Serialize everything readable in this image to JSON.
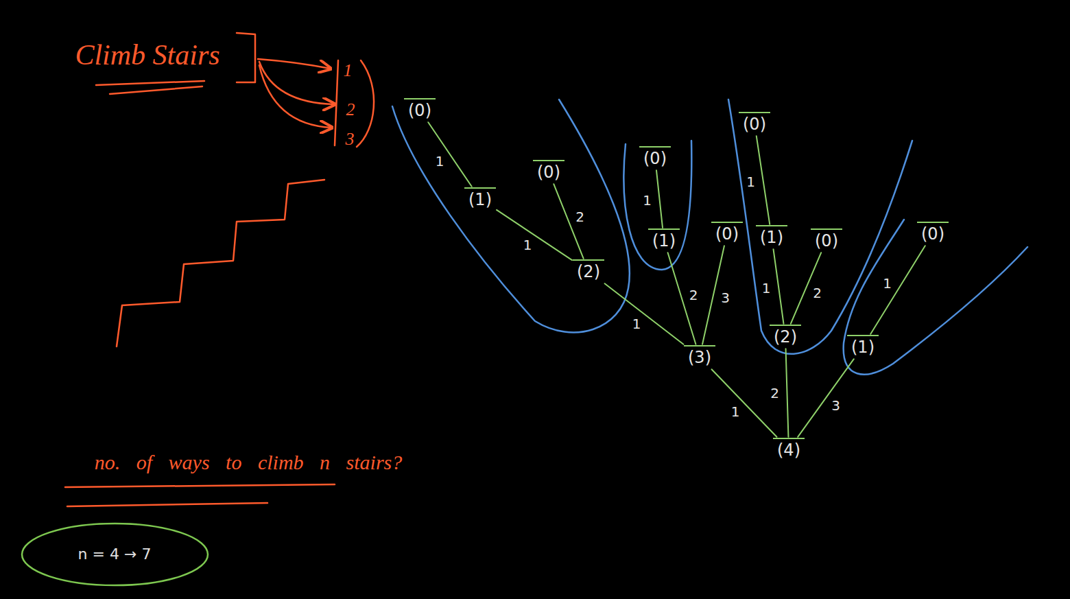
{
  "diagram": {
    "title": "Climb Stairs",
    "nodes": [
      {
        "text": [
          "(4)"
        ]
      },
      {
        "text": [
          "(3)"
        ]
      },
      {
        "text": [
          "(2)"
        ]
      },
      {
        "text": [
          "(1)"
        ]
      },
      {
        "text": [
          "(0)"
        ]
      },
      {
        "text": [
          "(0)"
        ]
      },
      {
        "text": [
          "(1)"
        ]
      },
      {
        "text": [
          "(0)"
        ]
      },
      {
        "text": [
          "(0)"
        ]
      },
      {
        "text": [
          "(2)"
        ]
      },
      {
        "text": [
          "(1)"
        ]
      },
      {
        "text": [
          "(0)"
        ]
      },
      {
        "text": [
          "(0)"
        ]
      },
      {
        "text": [
          "(1)"
        ]
      },
      {
        "text": [
          "(0)"
        ]
      },
      {
        "text": [
          "n = 4 → 7"
        ]
      }
    ],
    "edges": [
      {
        "from": 0,
        "to": 1,
        "arrow": "none",
        "label": "1"
      },
      {
        "from": 0,
        "to": 9,
        "arrow": "none",
        "label": "2"
      },
      {
        "from": 0,
        "to": 13,
        "arrow": "none",
        "label": "3"
      },
      {
        "from": 1,
        "to": 2,
        "arrow": "none",
        "label": "1"
      },
      {
        "from": 1,
        "to": 6,
        "arrow": "none",
        "label": "2"
      },
      {
        "from": 1,
        "to": 8,
        "arrow": "none",
        "label": "3"
      },
      {
        "from": 2,
        "to": 3,
        "arrow": "none",
        "label": "1"
      },
      {
        "from": 2,
        "to": 5,
        "arrow": "none",
        "label": "2"
      },
      {
        "from": 3,
        "to": 4,
        "arrow": "none",
        "label": "1"
      },
      {
        "from": 6,
        "to": 7,
        "arrow": "none",
        "label": "1"
      },
      {
        "from": 9,
        "to": 10,
        "arrow": "none",
        "label": "1"
      },
      {
        "from": 9,
        "to": 12,
        "arrow": "none",
        "label": "2"
      },
      {
        "from": 10,
        "to": 11,
        "arrow": "none",
        "label": "1"
      },
      {
        "from": 13,
        "to": 14,
        "arrow": "none",
        "label": "1"
      }
    ],
    "labels": [
      "1",
      "2",
      "3",
      "no. of ways to climb n stairs?"
    ]
  }
}
